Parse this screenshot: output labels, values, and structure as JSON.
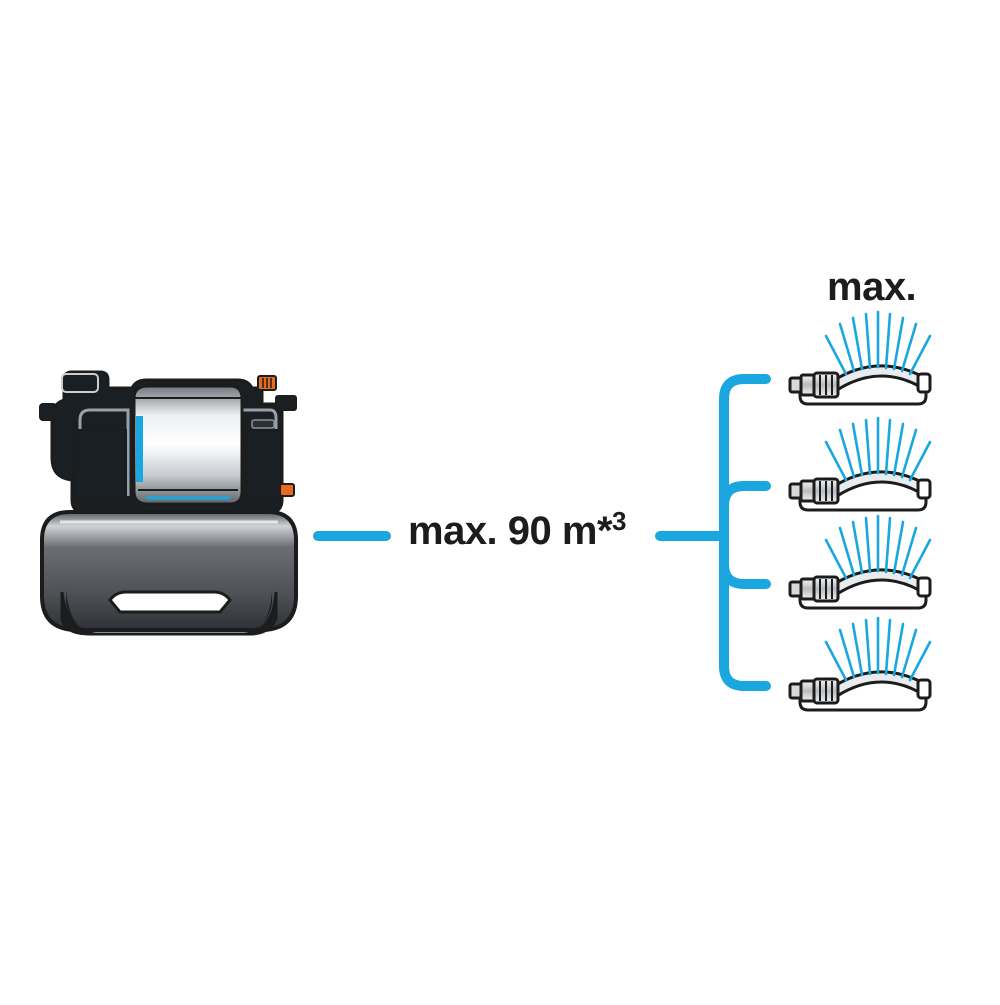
{
  "diagram": {
    "distance_label": "max. 90 m*",
    "distance_footnote": "3",
    "sprinkler_count_label": "max.",
    "sprinkler_count": 4
  },
  "icons": {
    "pump": "pressure-tank-pump-icon",
    "sprinkler": "oscillating-sprinkler-icon"
  },
  "colors": {
    "hose": "#1aa7e0",
    "pump_body": "#1a1f24",
    "tank_gray": "#5c6065",
    "accent_orange": "#e86a1c",
    "text": "#1c1c1c"
  }
}
